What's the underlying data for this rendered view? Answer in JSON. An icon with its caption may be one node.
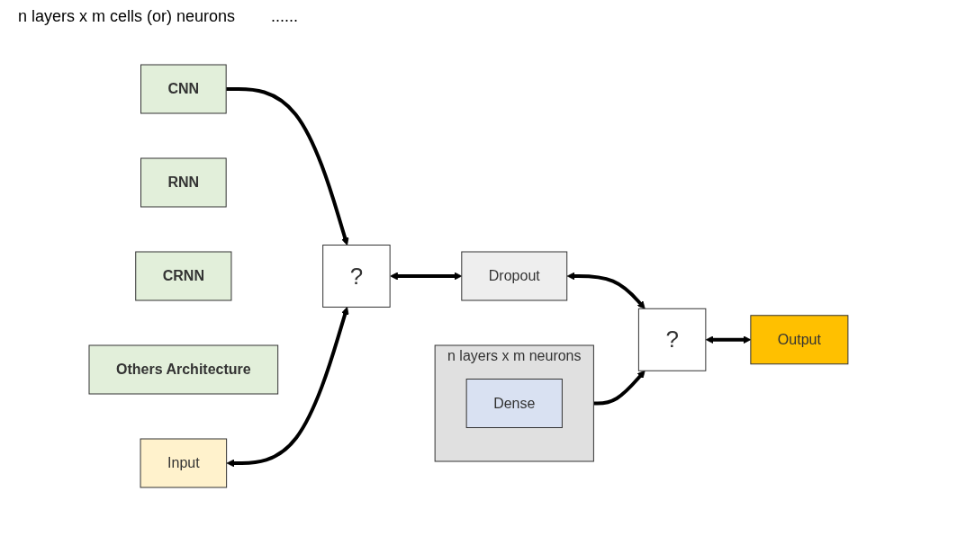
{
  "diagram": {
    "nodes": [
      {
        "text": [
          "CNN"
        ]
      },
      {
        "text": [
          "RNN"
        ]
      },
      {
        "text": [
          "CRNN"
        ]
      },
      {
        "text": [
          "Others Architecture"
        ]
      },
      {
        "text": [
          "Input"
        ]
      },
      {
        "text": [
          "?"
        ]
      },
      {
        "text": [
          "Dropout"
        ]
      },
      {
        "text": [
          "?"
        ]
      },
      {
        "text": [
          "Output"
        ]
      },
      {
        "text": [
          "n layers x m neurons"
        ]
      },
      {
        "text": [
          "Dense"
        ],
        "in": 9
      }
    ],
    "edges": [
      {
        "from": 0,
        "to": 5,
        "arrow": "to"
      },
      {
        "from": 4,
        "to": 5,
        "arrow": "both"
      },
      {
        "from": 5,
        "to": 6,
        "arrow": "both"
      },
      {
        "from": 6,
        "to": 7,
        "arrow": "both"
      },
      {
        "from": 7,
        "to": 8,
        "arrow": "both"
      },
      {
        "from": 9,
        "to": 7,
        "arrow": "to"
      }
    ],
    "labels": [
      "n layers x m cells (or) neurons",
      "......"
    ]
  }
}
